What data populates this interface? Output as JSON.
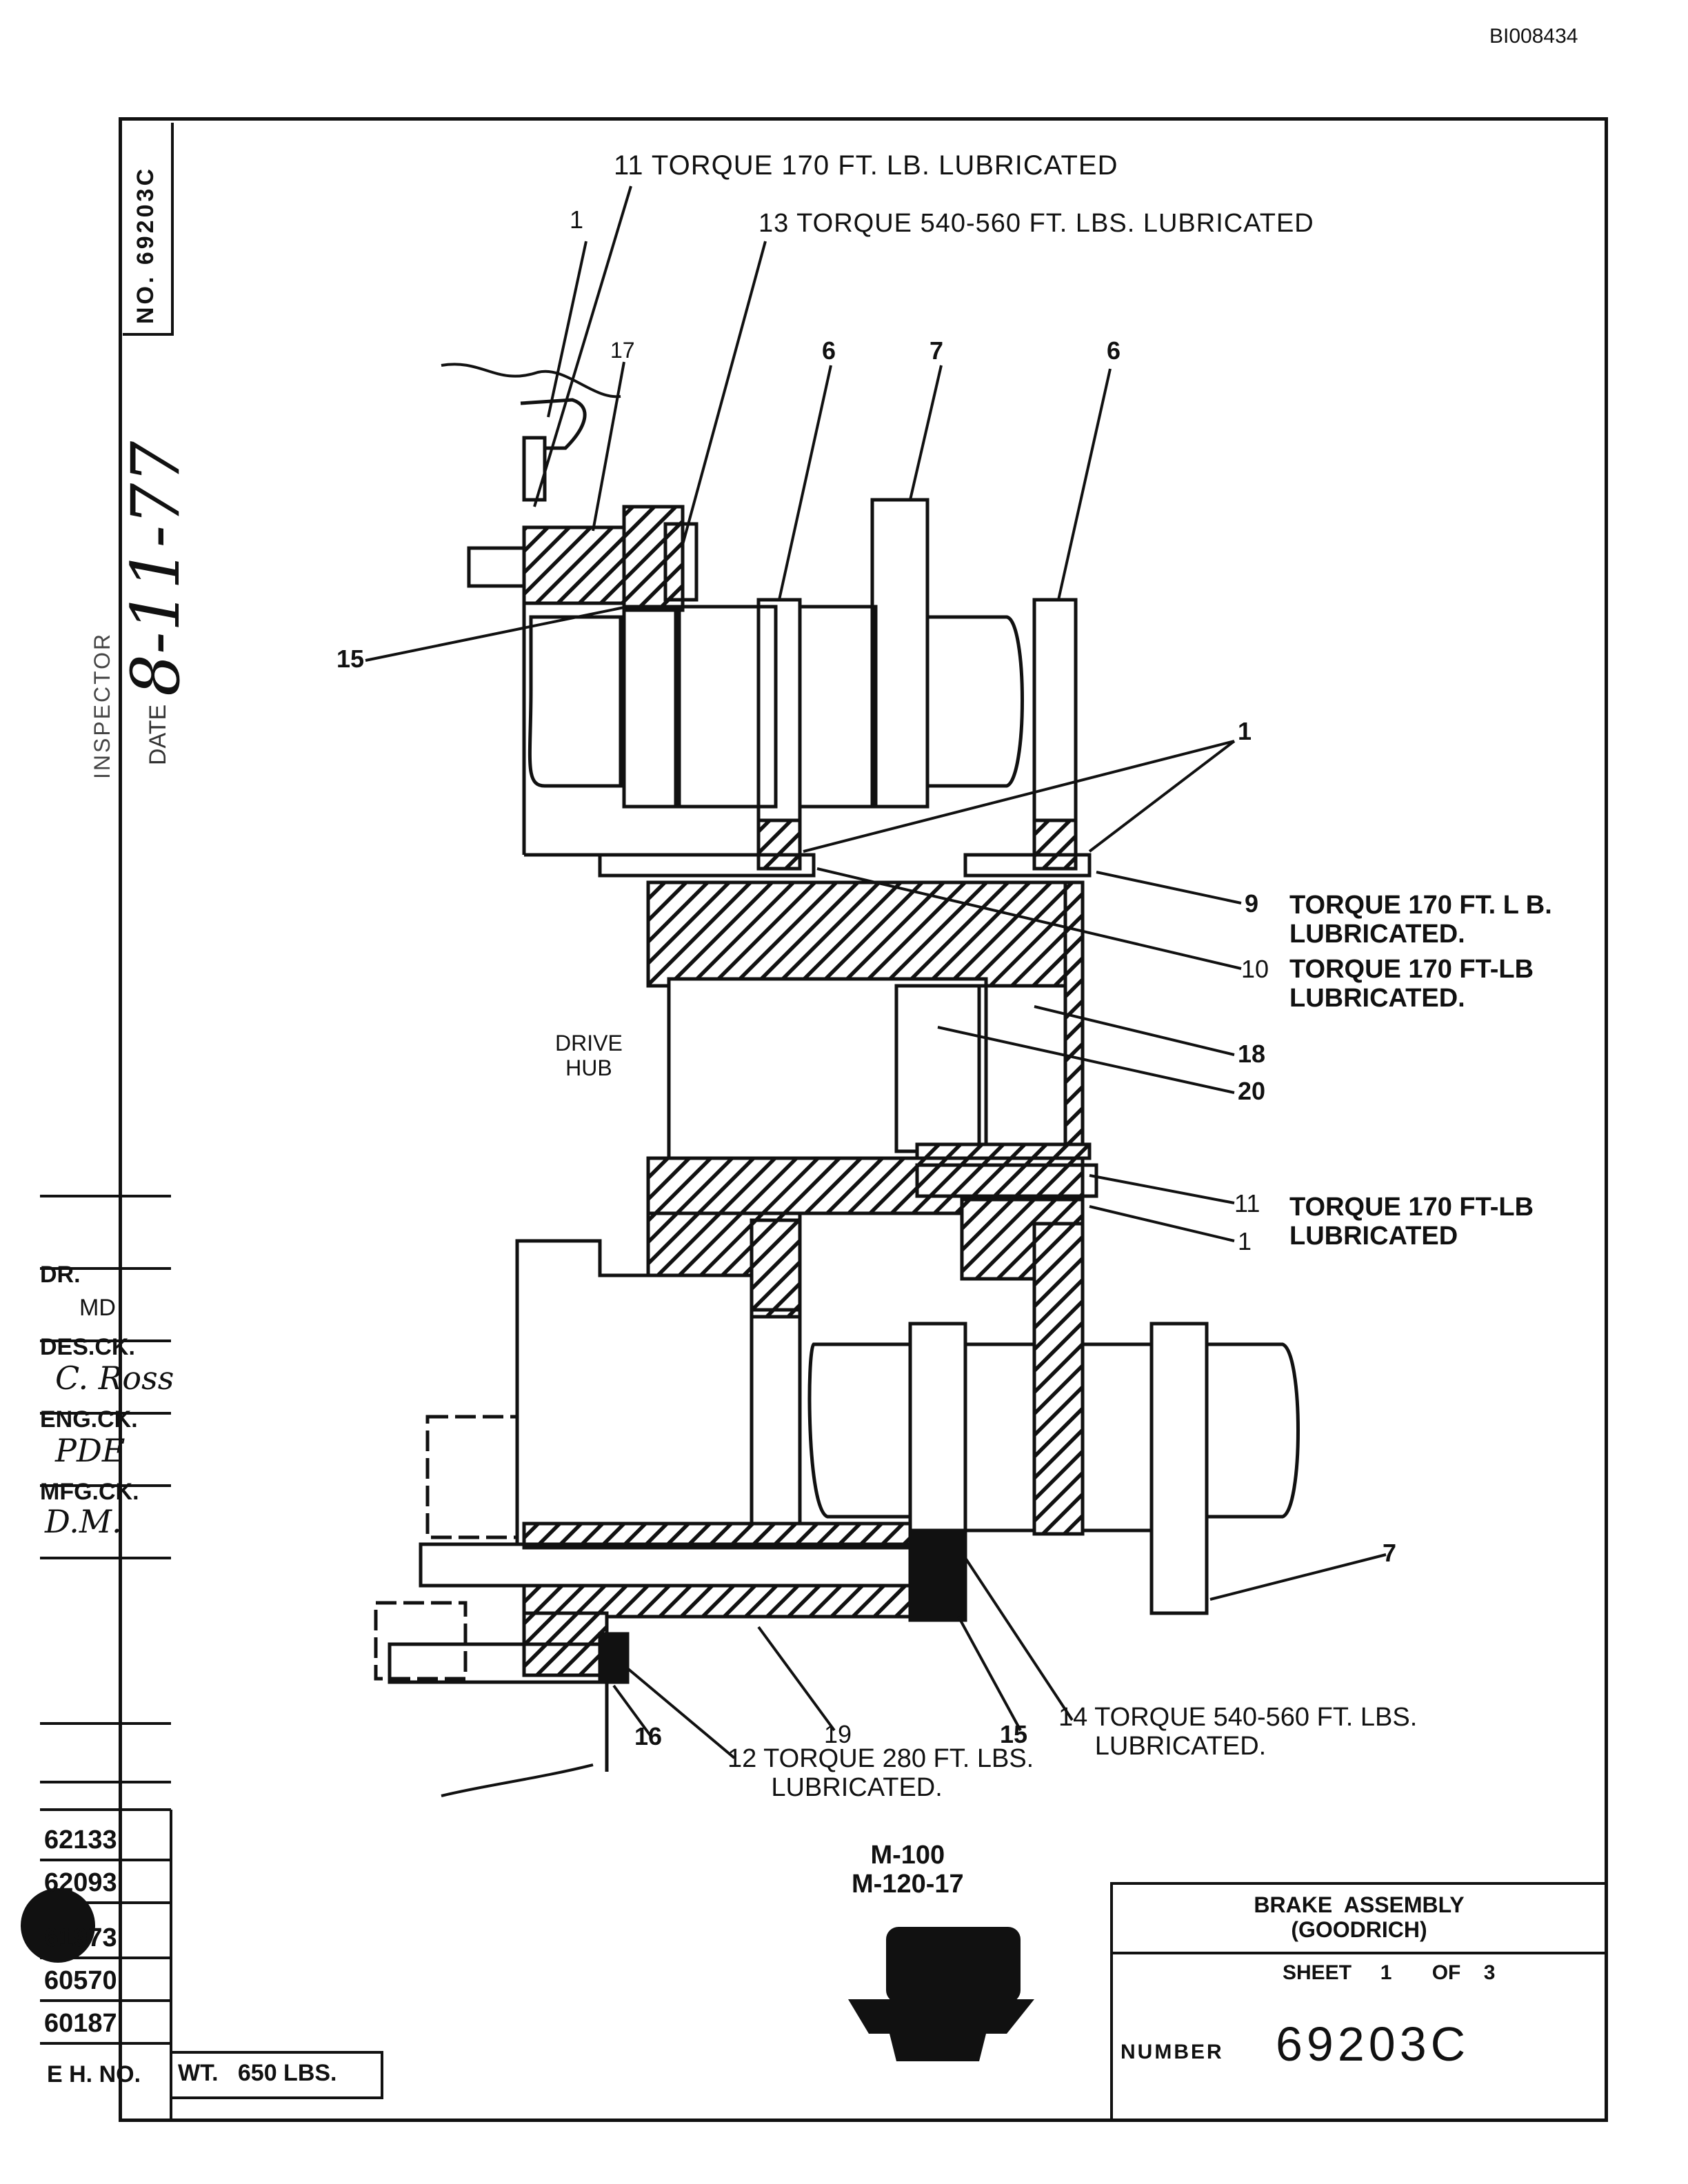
{
  "document_id": "BI008434",
  "drawing": {
    "number_vertical": "NO. 69203C",
    "date_label": "DATE",
    "date_handwritten": "8-11-77",
    "inspect_label": "INSPECTOR"
  },
  "callouts": {
    "c11_top": "11  TORQUE  170 FT. LB. LUBRICATED",
    "c13_top": "13  TORQUE  540-560  FT. LBS. LUBRICATED",
    "c1_top": "1",
    "c17": "17",
    "c6_left": "6",
    "c7_top": "7",
    "c6_right": "6",
    "c15_left": "15",
    "c1_right": "1",
    "c9": "9",
    "c9_note": "TORQUE 170 FT. L B.\nLUBRICATED.",
    "c10": "10",
    "c10_note": "TORQUE 170 FT-LB\nLUBRICATED.",
    "c18": "18",
    "c20": "20",
    "c11_mid": "11",
    "c11_mid_note": "TORQUE 170 FT-LB\nLUBRICATED",
    "c1_mid": "1",
    "c7_bottom": "7",
    "c14_note": "14 TORQUE 540-560 FT. LBS.\n     LUBRICATED.",
    "c16": "16",
    "c19": "19",
    "c15_bottom": "15",
    "c12_note": "12 TORQUE 280 FT. LBS.\n      LUBRICATED."
  },
  "labels": {
    "drive_hub": "DRIVE\nHUB"
  },
  "approvals": {
    "dr": "DR.",
    "dr_init": "MD",
    "des_ck": "DES.CK.",
    "des_ck_sig": "C. Ross",
    "eng_ck": "ENG.CK.",
    "eng_ck_sig": "PDE",
    "mfg_ck": "MFG.CK.",
    "mfg_ck_sig": "D.M."
  },
  "revisions": [
    "62133",
    "62093",
    "61973",
    "60570",
    "60187"
  ],
  "title_block": {
    "eh_no": "E H. NO.",
    "weight": "WT.   650 LBS.",
    "title": "BRAKE  ASSEMBLY\n(GOODRICH)",
    "sheet": "SHEET     1       OF    3",
    "number_label": "NUMBER",
    "number": "69203C"
  },
  "models": "M-100\nM-120-17"
}
